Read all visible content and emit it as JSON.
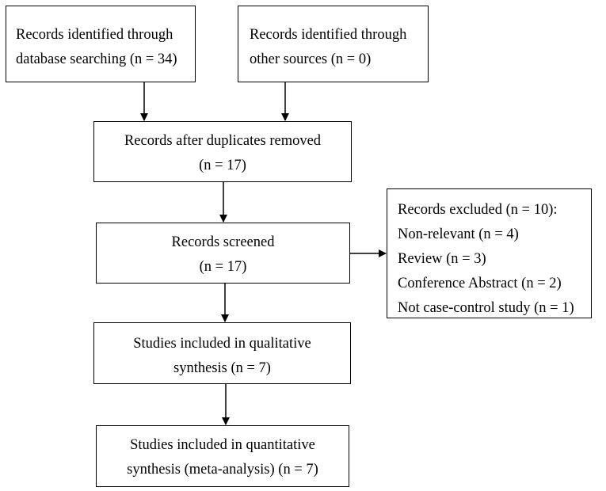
{
  "flow": {
    "identified_database": {
      "line1": "Records identified through",
      "line2": "database searching (n = 34)"
    },
    "identified_other": {
      "line1": "Records identified through",
      "line2": "other sources (n = 0)"
    },
    "after_duplicates": {
      "line1": "Records after duplicates removed",
      "line2": "(n = 17)"
    },
    "screened": {
      "line1": "Records screened",
      "line2": "(n = 17)"
    },
    "excluded": {
      "title": "Records excluded (n = 10):",
      "reasons": [
        "Non-relevant (n = 4)",
        "Review (n = 3)",
        "Conference Abstract (n = 2)",
        "Not case-control study (n = 1)"
      ]
    },
    "qualitative": {
      "line1": "Studies included in qualitative",
      "line2": "synthesis (n = 7)"
    },
    "quantitative": {
      "line1": "Studies included in quantitative",
      "line2": "synthesis (meta-analysis) (n = 7)"
    }
  }
}
